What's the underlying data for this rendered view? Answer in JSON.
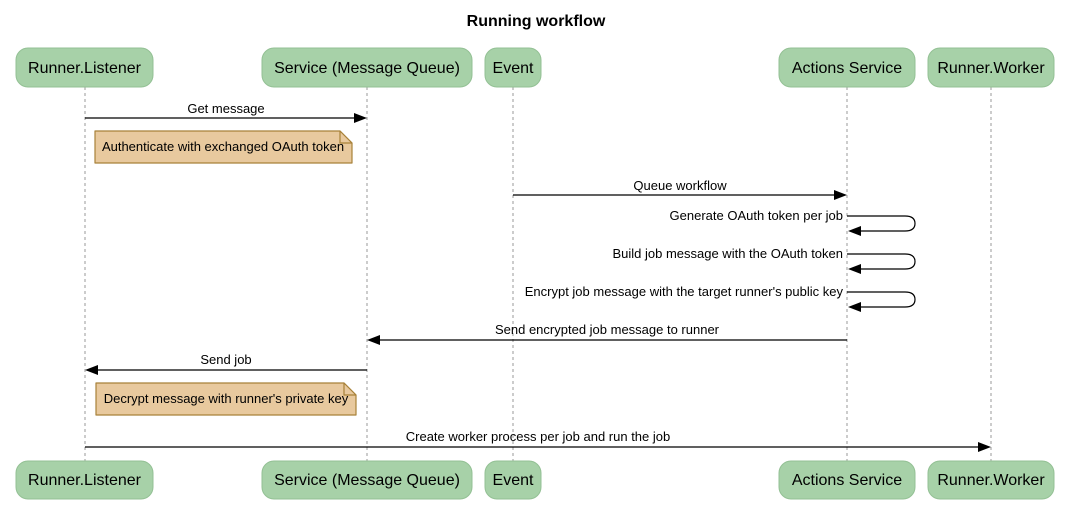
{
  "title": "Running workflow",
  "colors": {
    "background": "#ffffff",
    "actor_fill": "#a7d1a8",
    "actor_stroke": "#93c094",
    "note_fill": "#e8c99e",
    "note_stroke": "#a88139",
    "line_color": "#000000",
    "lifeline_color": "#999999",
    "text_color": "#000000"
  },
  "actors": [
    {
      "label": "Runner.Listener"
    },
    {
      "label": "Service (Message Queue)"
    },
    {
      "label": "Event"
    },
    {
      "label": "Actions Service"
    },
    {
      "label": "Runner.Worker"
    }
  ],
  "messages": [
    {
      "type": "message",
      "from": "Runner.Listener",
      "to": "Service (Message Queue)",
      "label": "Get message"
    },
    {
      "type": "note",
      "over": "Runner.Listener",
      "label": "Authenticate with exchanged OAuth token"
    },
    {
      "type": "message",
      "from": "Event",
      "to": "Actions Service",
      "label": "Queue workflow"
    },
    {
      "type": "self",
      "actor": "Actions Service",
      "label": "Generate OAuth token per job"
    },
    {
      "type": "self",
      "actor": "Actions Service",
      "label": "Build job message with the OAuth token"
    },
    {
      "type": "self",
      "actor": "Actions Service",
      "label": "Encrypt job message with the target runner's public key"
    },
    {
      "type": "message",
      "from": "Actions Service",
      "to": "Service (Message Queue)",
      "label": "Send encrypted job message to runner"
    },
    {
      "type": "message",
      "from": "Service (Message Queue)",
      "to": "Runner.Listener",
      "label": "Send job"
    },
    {
      "type": "note",
      "over": "Runner.Listener",
      "label": "Decrypt message with runner's private key"
    },
    {
      "type": "message",
      "from": "Runner.Listener",
      "to": "Runner.Worker",
      "label": "Create worker process per job and run the job"
    }
  ]
}
